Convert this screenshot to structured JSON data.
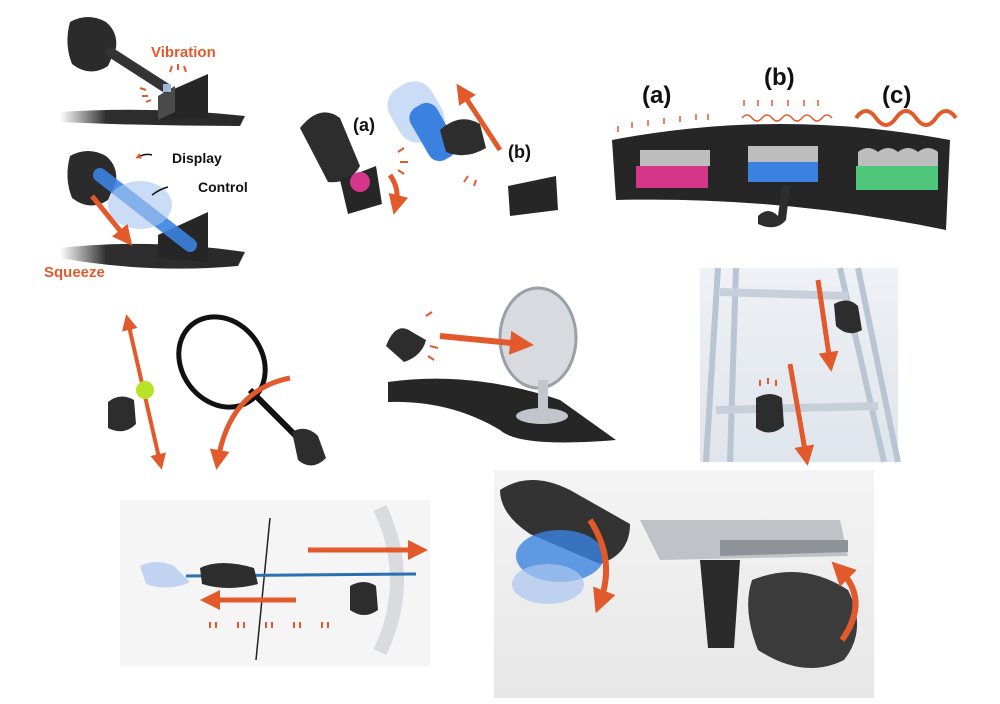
{
  "labels": {
    "vibration": "Vibration",
    "display": "Display",
    "control": "Control",
    "squeeze": "Squeeze",
    "a": "(a)",
    "b": "(b)",
    "c": "(c)"
  },
  "colors": {
    "accent": "#e25a2c",
    "dark": "#2b2b2b",
    "blue": "#3b82e0",
    "ghost": "#a9c6f0",
    "pink": "#d6368a",
    "green": "#4fc77b",
    "ball": "#b7e32a"
  }
}
